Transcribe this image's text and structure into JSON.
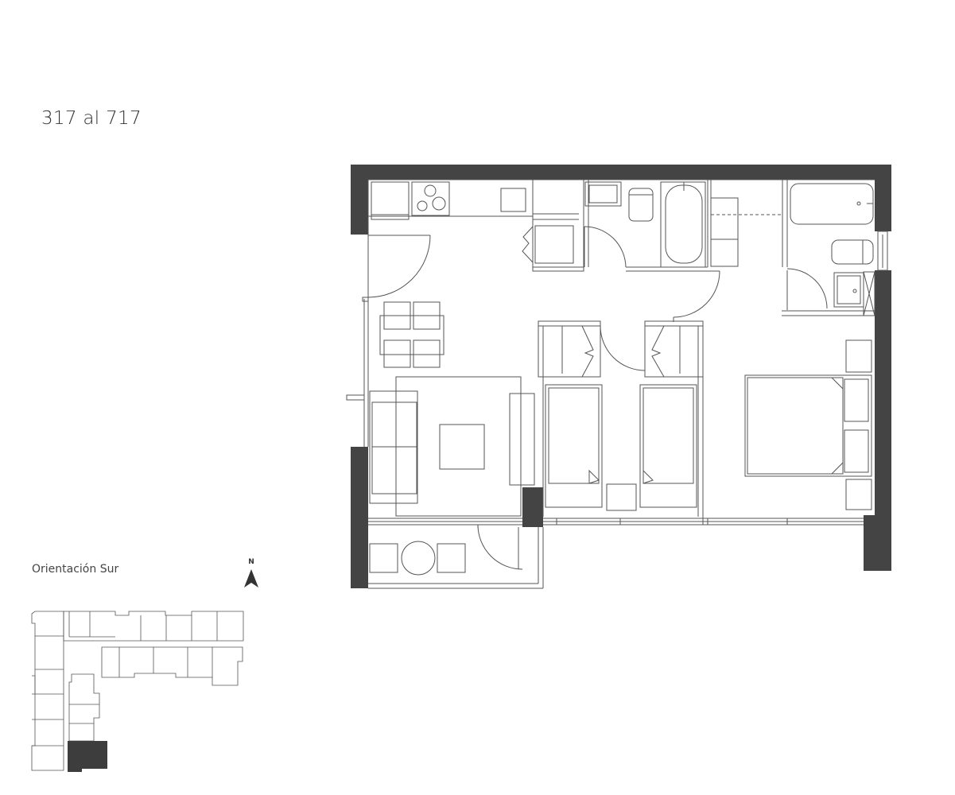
{
  "unit": {
    "title": "317 al 717"
  },
  "orientation": {
    "label": "Orientación Sur",
    "north_letter": "N"
  },
  "colors": {
    "wall": "#444444",
    "line": "#555555",
    "background": "#ffffff",
    "highlight": "#3d3d3d"
  },
  "icons": {
    "north": "north-arrow-icon"
  }
}
